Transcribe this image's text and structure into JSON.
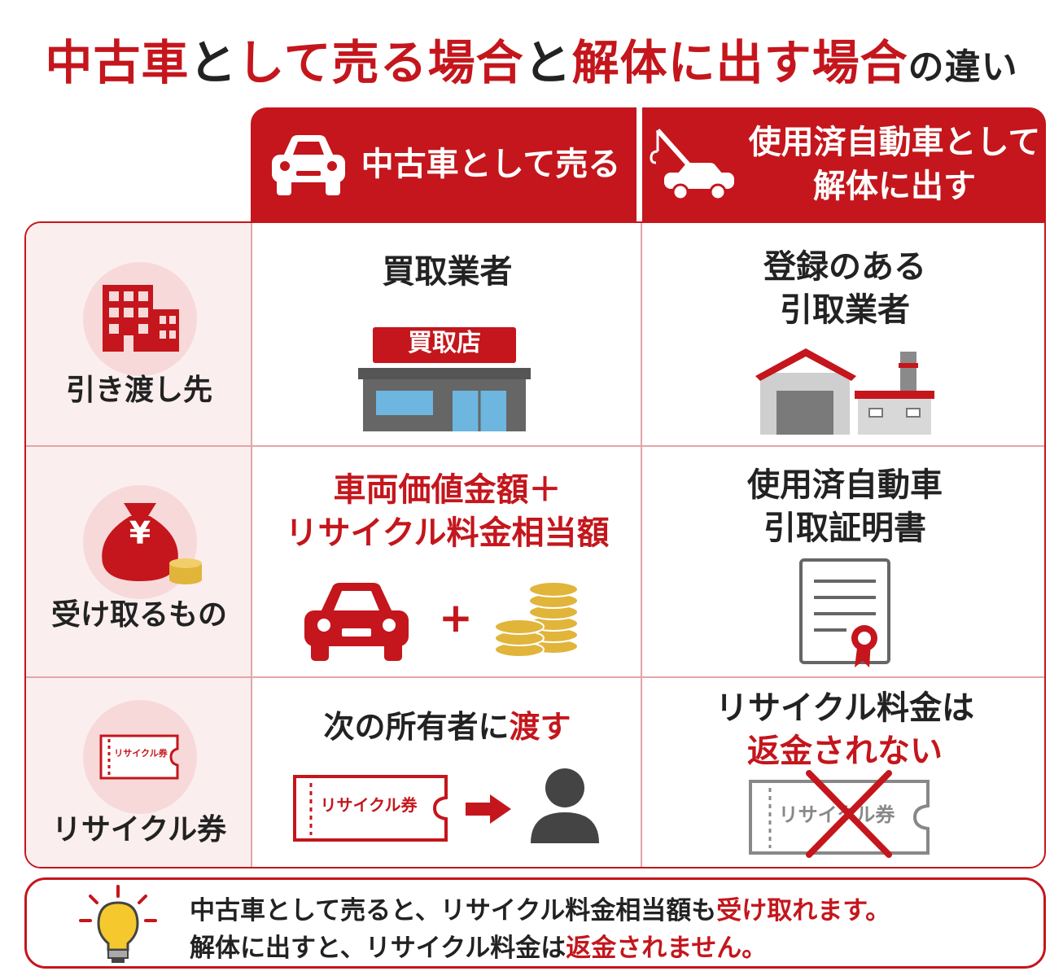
{
  "title": {
    "p1": "中古車",
    "p2": "と",
    "p3": "して売る場合",
    "p4": "と",
    "p5": "解体に出す場合",
    "p6": "の違い"
  },
  "columns": {
    "col1": "中古車として売る",
    "col2_line1": "使用済自動車として",
    "col2_line2": "解体に出す"
  },
  "rows": [
    {
      "label": "引き渡し先",
      "col1_line1": "買取業者",
      "shop_sign": "買取店",
      "col2_line1": "登録のある",
      "col2_line2": "引取業者"
    },
    {
      "label": "受け取るもの",
      "yen": "¥",
      "col1_line1": "車両価値金額＋",
      "col1_line2": "リサイクル料金相当額",
      "plus": "+",
      "col2_line1": "使用済自動車",
      "col2_line2": "引取証明書"
    },
    {
      "label": "リサイクル券",
      "ticket": "リサイクル券",
      "col1_a": "次の所有者に",
      "col1_b": "渡す",
      "col2_line1": "リサイクル料金は",
      "col2_line2": "返金されない"
    }
  ],
  "note": {
    "l1_a": "中古車として売ると、リサイクル料金相当額も",
    "l1_b": "受け取れます。",
    "l2_a": "解体に出すと、リサイクル料金は",
    "l2_b": "返金されません。"
  },
  "colors": {
    "accent": "#c4161c",
    "pink": "#fbeeee",
    "gold": "#e1b43a"
  }
}
